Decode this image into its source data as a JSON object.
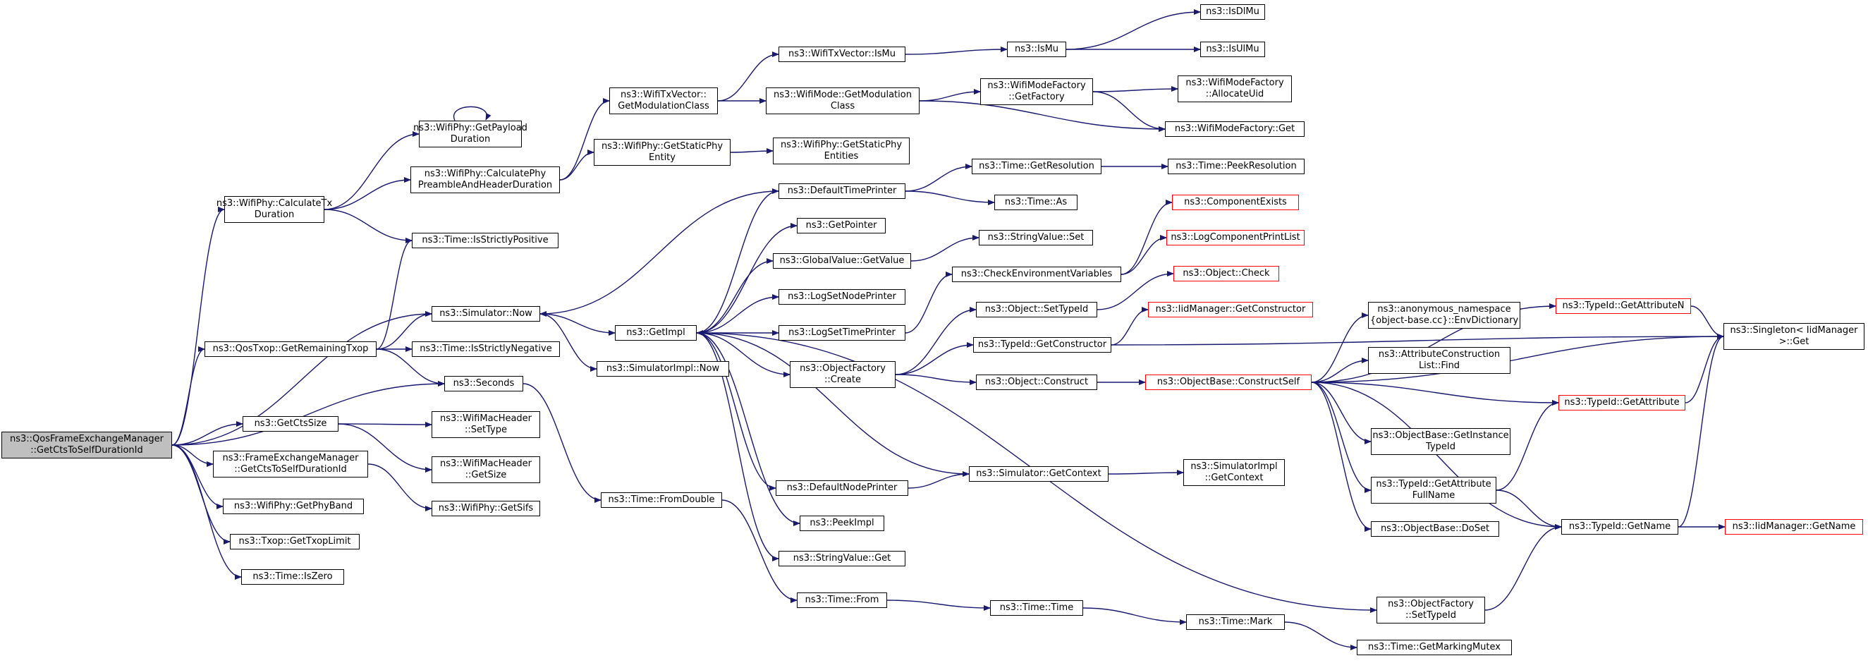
{
  "colors": {
    "edge": "#191970",
    "border": "#000000",
    "truncated_border": "#ff0000",
    "root_fill": "#bfbfbf",
    "node_fill": "#ffffff"
  },
  "nodes": {
    "root": "ns3::QosFrameExchangeManager\n::GetCtsToSelfDurationId",
    "calc_tx": "ns3::WifiPhy::CalculateTx\nDuration",
    "get_payload": "ns3::WifiPhy::GetPayload\nDuration",
    "calc_preamble": "ns3::WifiPhy::CalculatePhy\nPreambleAndHeaderDuration",
    "is_strictly_pos": "ns3::Time::IsStrictlyPositive",
    "get_remaining_txop": "ns3::QosTxop::GetRemainingTxop",
    "sim_now": "ns3::Simulator::Now",
    "is_strictly_neg": "ns3::Time::IsStrictlyNegative",
    "seconds": "ns3::Seconds",
    "get_cts_size": "ns3::GetCtsSize",
    "fem_get_cts": "ns3::FrameExchangeManager\n::GetCtsToSelfDurationId",
    "get_phy_band": "ns3::WifiPhy::GetPhyBand",
    "get_txop_limit": "ns3::Txop::GetTxopLimit",
    "is_zero": "ns3::Time::IsZero",
    "get_mod_class": "ns3::WifiTxVector::\nGetModulationClass",
    "get_static_phy": "ns3::WifiPhy::GetStaticPhy\nEntity",
    "get_static_phy_entities": "ns3::WifiPhy::GetStaticPhy\nEntities",
    "tx_is_mu": "ns3::WifiTxVector::IsMu",
    "mode_get_mod_class": "ns3::WifiMode::GetModulation\nClass",
    "is_mu": "ns3::IsMu",
    "is_dl_mu": "ns3::IsDlMu",
    "is_ul_mu": "ns3::IsUlMu",
    "mode_factory_get_factory": "ns3::WifiModeFactory\n::GetFactory",
    "allocate_uid": "ns3::WifiModeFactory\n::AllocateUid",
    "mode_factory_get": "ns3::WifiModeFactory::Get",
    "default_time_printer": "ns3::DefaultTimePrinter",
    "get_resolution": "ns3::Time::GetResolution",
    "peek_resolution": "ns3::Time::PeekResolution",
    "time_as": "ns3::Time::As",
    "get_pointer": "ns3::GetPointer",
    "gv_get_value": "ns3::GlobalValue::GetValue",
    "sv_set": "ns3::StringValue::Set",
    "component_exists": "ns3::ComponentExists",
    "log_component_print_list": "ns3::LogComponentPrintList",
    "check_env_vars": "ns3::CheckEnvironmentVariables",
    "log_set_node_printer": "ns3::LogSetNodePrinter",
    "get_impl": "ns3::GetImpl",
    "log_set_time_printer": "ns3::LogSetTimePrinter",
    "sim_impl_now": "ns3::SimulatorImpl::Now",
    "object_check": "ns3::Object::Check",
    "object_set_type_id": "ns3::Object::SetTypeId",
    "iid_get_constructor": "ns3::IidManager::GetConstructor",
    "object_factory_create": "ns3::ObjectFactory\n::Create",
    "typeid_get_constructor": "ns3::TypeId::GetConstructor",
    "object_construct": "ns3::Object::Construct",
    "construct_self": "ns3::ObjectBase::ConstructSelf",
    "env_dictionary": "ns3::anonymous_namespace\n{object-base.cc}::EnvDictionary",
    "attr_construction_find": "ns3::AttributeConstruction\nList::Find",
    "typeid_get_attribute_n": "ns3::TypeId::GetAttributeN",
    "singleton_get": "ns3::Singleton< IidManager\n>::Get",
    "typeid_get_attribute": "ns3::TypeId::GetAttribute",
    "get_instance_type_id": "ns3::ObjectBase::GetInstance\nTypeId",
    "typeid_get_attr_full_name": "ns3::TypeId::GetAttribute\nFullName",
    "object_base_do_set": "ns3::ObjectBase::DoSet",
    "typeid_get_name": "ns3::TypeId::GetName",
    "iid_get_name": "ns3::IidManager::GetName",
    "object_factory_set_type_id": "ns3::ObjectFactory\n::SetTypeId",
    "wmh_set_type": "ns3::WifiMacHeader\n::SetType",
    "wmh_get_size": "ns3::WifiMacHeader\n::GetSize",
    "get_sifs": "ns3::WifiPhy::GetSifs",
    "time_from_double": "ns3::Time::FromDouble",
    "default_node_printer": "ns3::DefaultNodePrinter",
    "sim_get_context": "ns3::Simulator::GetContext",
    "sim_impl_get_context": "ns3::SimulatorImpl\n::GetContext",
    "peek_impl": "ns3::PeekImpl",
    "sv_get": "ns3::StringValue::Get",
    "time_from": "ns3::Time::From",
    "time_time": "ns3::Time::Time",
    "time_mark": "ns3::Time::Mark",
    "get_marking_mutex": "ns3::Time::GetMarkingMutex"
  },
  "edges": [
    [
      "root",
      "calc_tx"
    ],
    [
      "root",
      "get_remaining_txop"
    ],
    [
      "root",
      "sim_now"
    ],
    [
      "root",
      "seconds"
    ],
    [
      "root",
      "get_cts_size"
    ],
    [
      "root",
      "fem_get_cts"
    ],
    [
      "root",
      "get_phy_band"
    ],
    [
      "root",
      "get_txop_limit"
    ],
    [
      "root",
      "is_zero"
    ],
    [
      "calc_tx",
      "get_payload"
    ],
    [
      "calc_tx",
      "calc_preamble"
    ],
    [
      "calc_tx",
      "is_strictly_pos"
    ],
    [
      "get_payload",
      "get_payload"
    ],
    [
      "calc_preamble",
      "get_mod_class"
    ],
    [
      "calc_preamble",
      "get_static_phy"
    ],
    [
      "get_static_phy",
      "get_static_phy_entities"
    ],
    [
      "get_mod_class",
      "tx_is_mu"
    ],
    [
      "get_mod_class",
      "mode_get_mod_class"
    ],
    [
      "tx_is_mu",
      "is_mu"
    ],
    [
      "is_mu",
      "is_dl_mu"
    ],
    [
      "is_mu",
      "is_ul_mu"
    ],
    [
      "mode_get_mod_class",
      "mode_factory_get_factory"
    ],
    [
      "mode_get_mod_class",
      "mode_factory_get"
    ],
    [
      "mode_factory_get_factory",
      "allocate_uid"
    ],
    [
      "mode_factory_get_factory",
      "mode_factory_get"
    ],
    [
      "get_remaining_txop",
      "is_strictly_pos"
    ],
    [
      "get_remaining_txop",
      "sim_now"
    ],
    [
      "get_remaining_txop",
      "is_strictly_neg"
    ],
    [
      "get_remaining_txop",
      "seconds"
    ],
    [
      "sim_now",
      "get_impl"
    ],
    [
      "sim_now",
      "sim_impl_now"
    ],
    [
      "seconds",
      "time_from_double"
    ],
    [
      "time_from_double",
      "time_from"
    ],
    [
      "time_from",
      "time_time"
    ],
    [
      "time_time",
      "time_mark"
    ],
    [
      "time_mark",
      "get_marking_mutex"
    ],
    [
      "get_cts_size",
      "wmh_set_type"
    ],
    [
      "get_cts_size",
      "wmh_get_size"
    ],
    [
      "fem_get_cts",
      "get_sifs"
    ],
    [
      "get_impl",
      "default_time_printer"
    ],
    [
      "get_impl",
      "get_pointer"
    ],
    [
      "get_impl",
      "gv_get_value"
    ],
    [
      "get_impl",
      "log_set_node_printer"
    ],
    [
      "get_impl",
      "log_set_time_printer"
    ],
    [
      "get_impl",
      "object_factory_create"
    ],
    [
      "get_impl",
      "default_node_printer"
    ],
    [
      "get_impl",
      "peek_impl"
    ],
    [
      "get_impl",
      "sv_get"
    ],
    [
      "get_impl",
      "object_factory_set_type_id"
    ],
    [
      "default_time_printer",
      "sim_now"
    ],
    [
      "default_time_printer",
      "get_resolution"
    ],
    [
      "default_time_printer",
      "time_as"
    ],
    [
      "get_resolution",
      "peek_resolution"
    ],
    [
      "gv_get_value",
      "sv_set"
    ],
    [
      "check_env_vars",
      "component_exists"
    ],
    [
      "check_env_vars",
      "log_component_print_list"
    ],
    [
      "log_set_time_printer",
      "check_env_vars"
    ],
    [
      "object_factory_create",
      "object_set_type_id"
    ],
    [
      "object_factory_create",
      "typeid_get_constructor"
    ],
    [
      "object_factory_create",
      "object_construct"
    ],
    [
      "object_set_type_id",
      "object_check"
    ],
    [
      "typeid_get_constructor",
      "iid_get_constructor"
    ],
    [
      "typeid_get_constructor",
      "singleton_get"
    ],
    [
      "object_construct",
      "construct_self"
    ],
    [
      "construct_self",
      "env_dictionary"
    ],
    [
      "construct_self",
      "attr_construction_find"
    ],
    [
      "construct_self",
      "typeid_get_attribute_n"
    ],
    [
      "construct_self",
      "singleton_get"
    ],
    [
      "construct_self",
      "typeid_get_attribute"
    ],
    [
      "construct_self",
      "get_instance_type_id"
    ],
    [
      "construct_self",
      "typeid_get_attr_full_name"
    ],
    [
      "construct_self",
      "object_base_do_set"
    ],
    [
      "construct_self",
      "typeid_get_name"
    ],
    [
      "typeid_get_attribute_n",
      "singleton_get"
    ],
    [
      "typeid_get_attribute",
      "singleton_get"
    ],
    [
      "typeid_get_attr_full_name",
      "typeid_get_attribute"
    ],
    [
      "typeid_get_attr_full_name",
      "typeid_get_name"
    ],
    [
      "typeid_get_name",
      "singleton_get"
    ],
    [
      "typeid_get_name",
      "iid_get_name"
    ],
    [
      "object_factory_set_type_id",
      "typeid_get_name"
    ],
    [
      "default_node_printer",
      "sim_get_context"
    ],
    [
      "sim_get_context",
      "get_impl"
    ],
    [
      "sim_get_context",
      "sim_impl_get_context"
    ]
  ]
}
